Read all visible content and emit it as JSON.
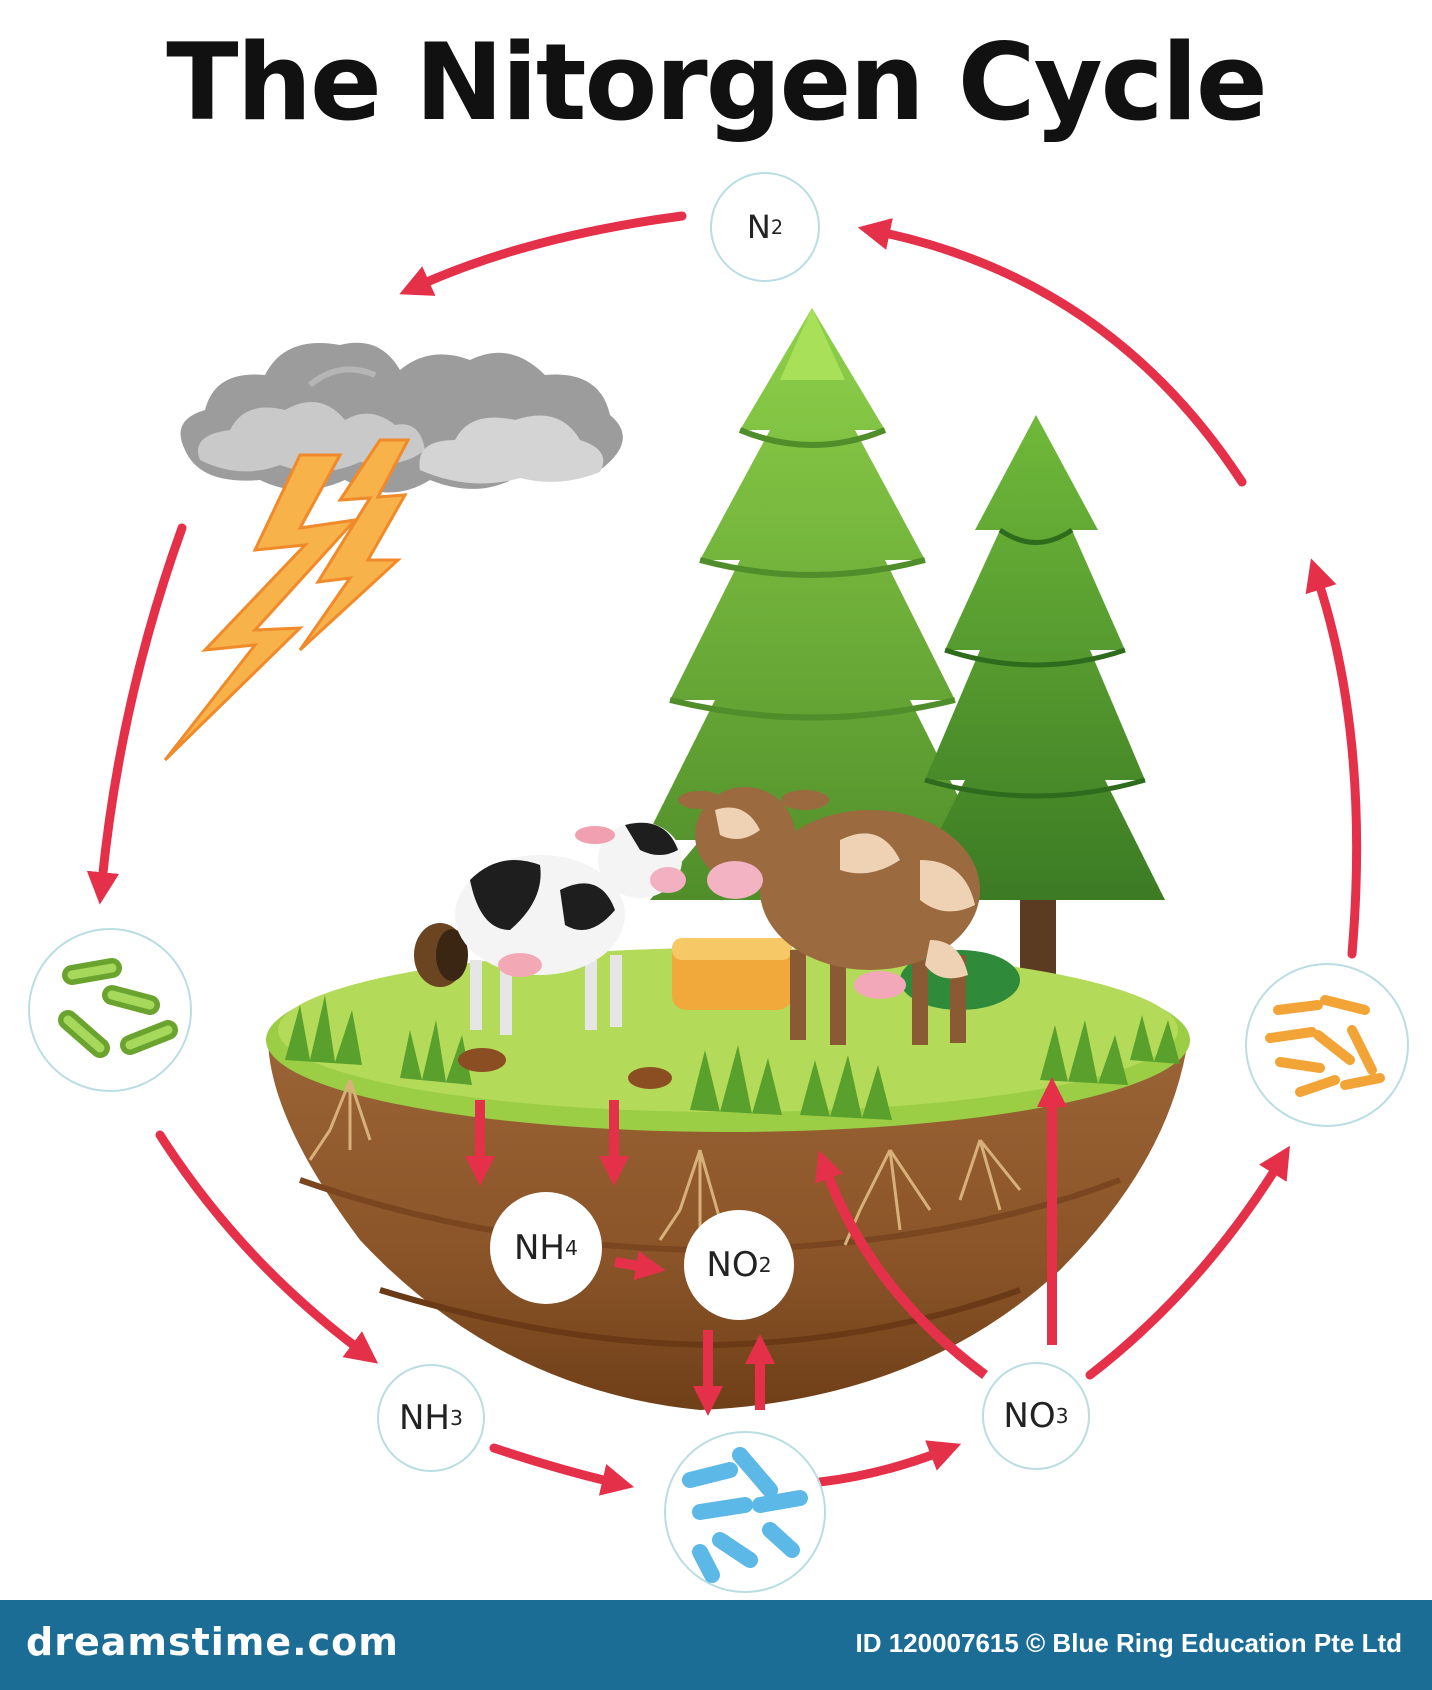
{
  "title": "The Nitorgen Cycle",
  "nodes": {
    "n2": {
      "base": "N",
      "sub": "2"
    },
    "nh4": {
      "base": "NH",
      "sub": "4"
    },
    "no2": {
      "base": "NO",
      "sub": "2"
    },
    "nh3": {
      "base": "NH",
      "sub": "3"
    },
    "no3": {
      "base": "NO",
      "sub": "3"
    }
  },
  "colors": {
    "arrow": "#e5304a",
    "node_border": "#b9dde2",
    "footer": "#1c6d96",
    "grass": "#8cc63f",
    "soil": "#8b5a2b",
    "tree": "#5f9e2f"
  },
  "footer": {
    "brand": "dreamstime.com",
    "credit": "ID 120007615 © Blue Ring Education Pte Ltd"
  }
}
